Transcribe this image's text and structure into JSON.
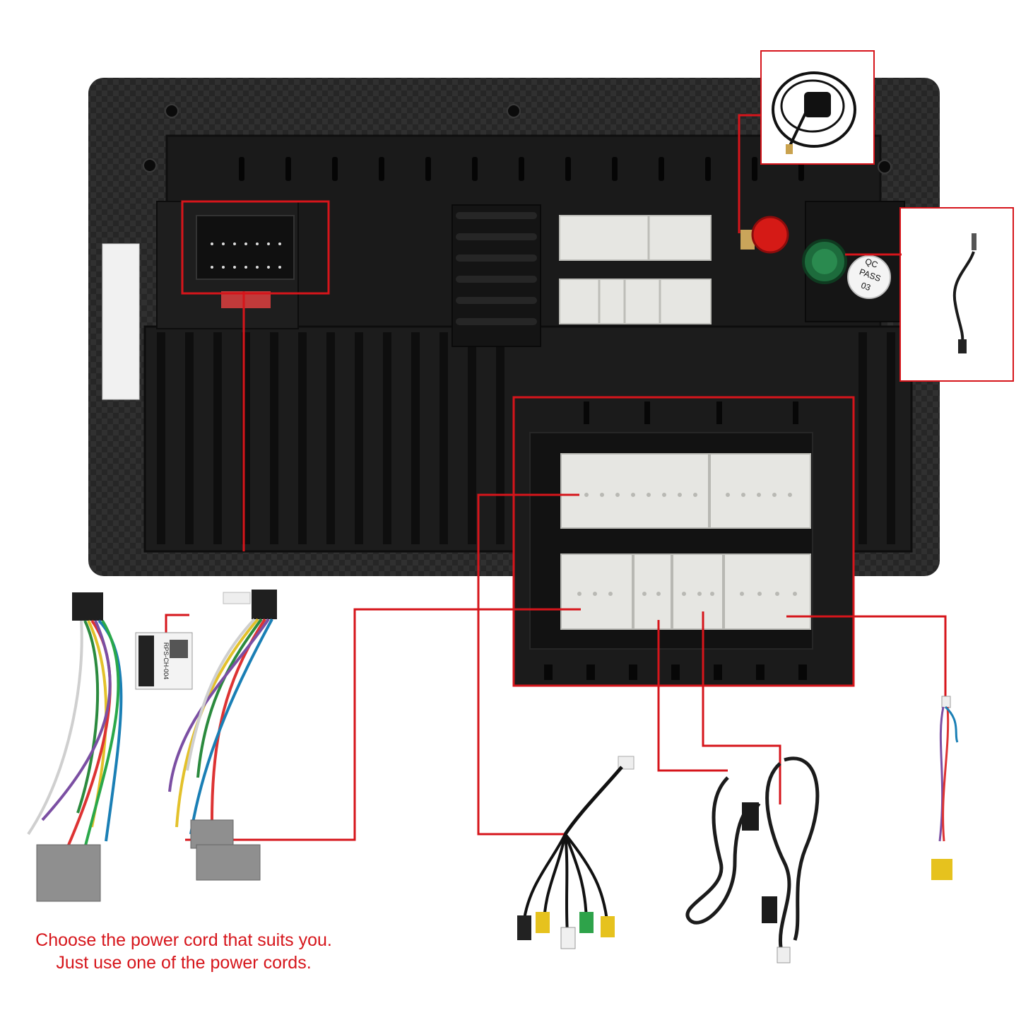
{
  "labels": {
    "qc_line1": "QC",
    "qc_line2": "PASS",
    "qc_line3": "03",
    "module_code": "RPS-CH-004"
  },
  "notes": {
    "line1": "Choose the power cord that suits you.",
    "line2": "Just use one of the power cords."
  },
  "colors": {
    "callout": "#d6151b",
    "unit_body": "#2b2b2b",
    "unit_dark": "#161616",
    "connector": "#e6e6e2",
    "harness_plug": "#8f8f8f",
    "note_text": "#d6151b",
    "gps_cap": "#d51a16",
    "wifi_cap": "#1d6b3c"
  },
  "icons": {
    "gps": "gps-antenna-icon",
    "wifi": "wifi-antenna-icon",
    "power_harness": "power-harness-icon",
    "canbus": "canbus-decoder-icon",
    "rca": "rca-cable-icon",
    "usb": "usb-cable-icon",
    "camera": "camera-cable-icon"
  }
}
